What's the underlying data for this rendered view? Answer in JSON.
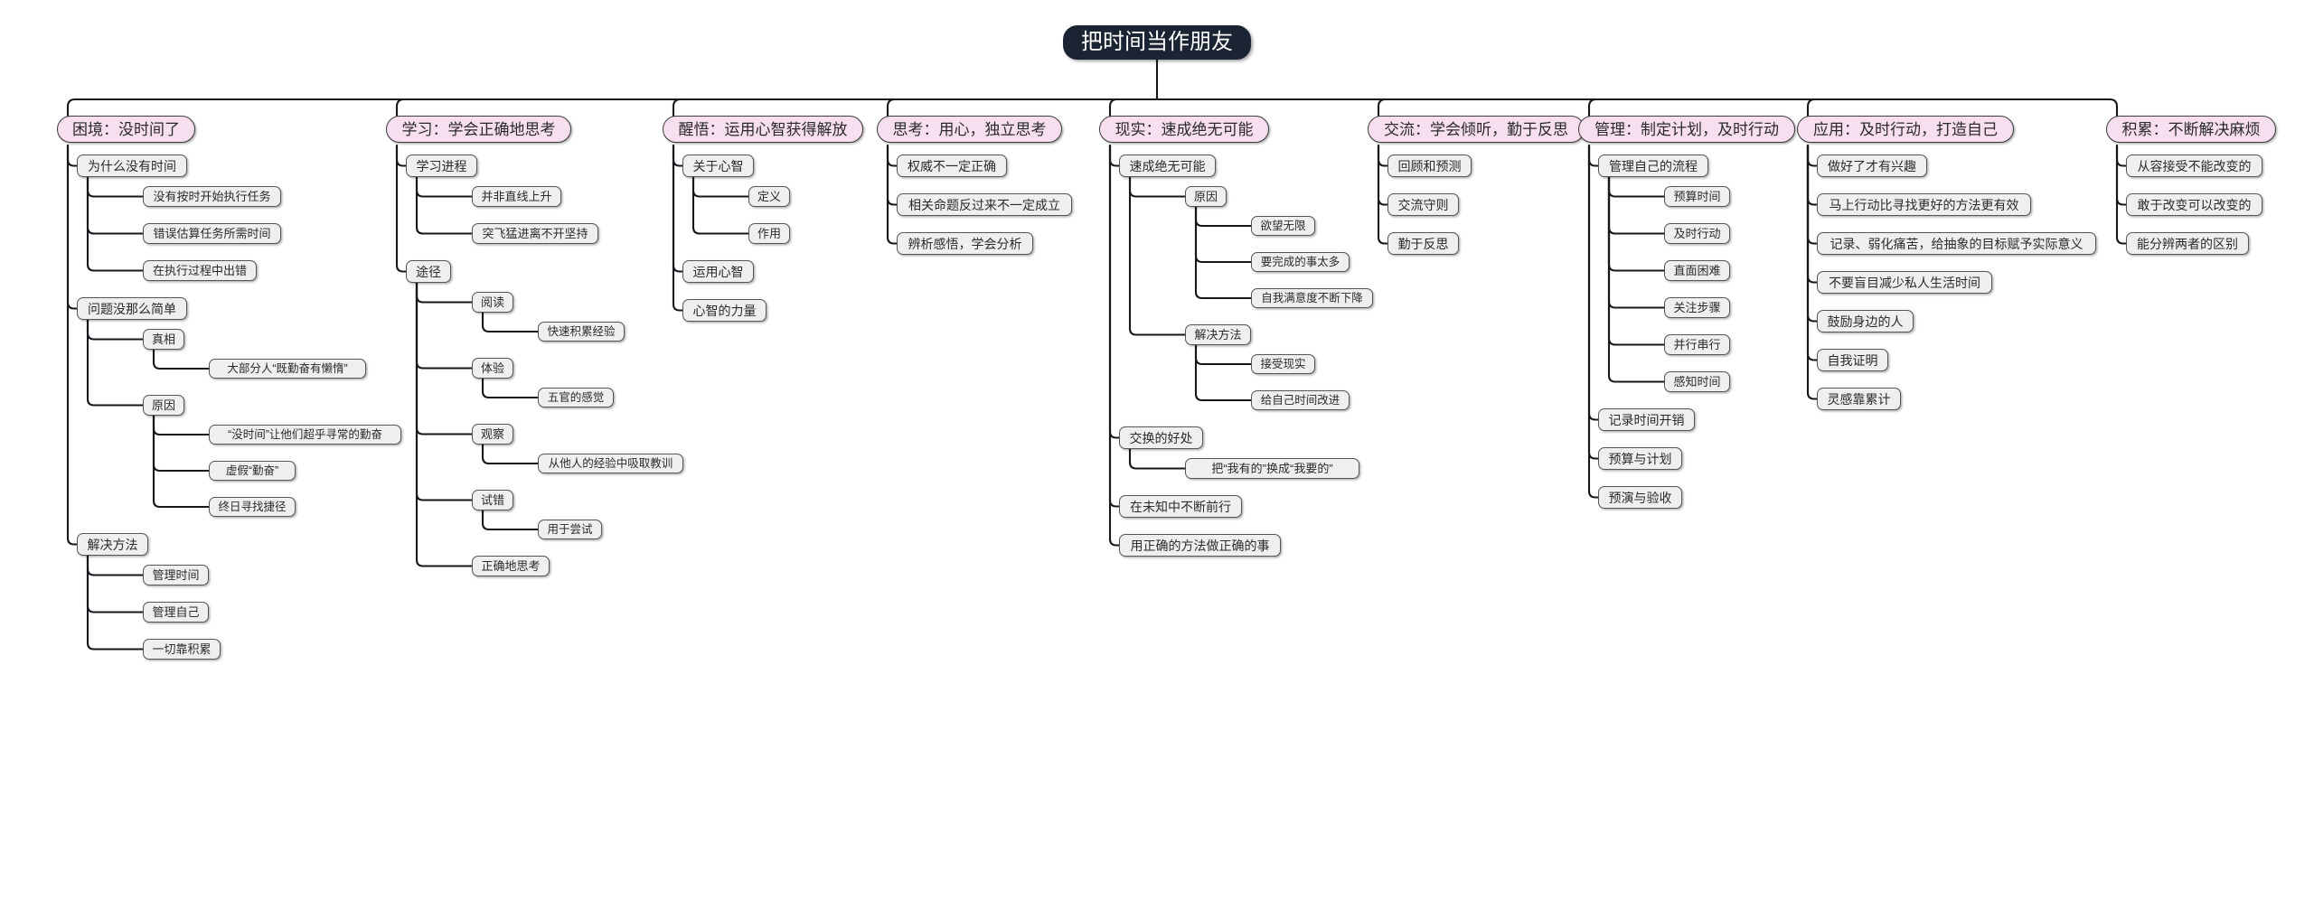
{
  "diagram": {
    "type": "mindmap",
    "title": "把时间当作朋友",
    "root": {
      "label": "把时间当作朋友",
      "color": "#1b2432",
      "text_color": "#ffffff"
    },
    "level1_color": "#f7dff0",
    "node_color": "#efefef",
    "branches": [
      {
        "label": "困境：没时间了",
        "children": [
          {
            "label": "为什么没有时间",
            "children": [
              {
                "label": "没有按时开始执行任务"
              },
              {
                "label": "错误估算任务所需时间"
              },
              {
                "label": "在执行过程中出错"
              }
            ]
          },
          {
            "label": "问题没那么简单",
            "children": [
              {
                "label": "真相",
                "children": [
                  {
                    "label": "大部分人“既勤奋有懒惰”"
                  }
                ]
              },
              {
                "label": "原因",
                "children": [
                  {
                    "label": "“没时间”让他们超乎寻常的勤奋"
                  },
                  {
                    "label": "虚假“勤奋”"
                  },
                  {
                    "label": "终日寻找捷径"
                  }
                ]
              }
            ]
          },
          {
            "label": "解决方法",
            "children": [
              {
                "label": "管理时间"
              },
              {
                "label": "管理自己"
              },
              {
                "label": "一切靠积累"
              }
            ]
          }
        ]
      },
      {
        "label": "学习：学会正确地思考",
        "children": [
          {
            "label": "学习进程",
            "children": [
              {
                "label": "并非直线上升"
              },
              {
                "label": "突飞猛进离不开坚持"
              }
            ]
          },
          {
            "label": "途径",
            "children": [
              {
                "label": "阅读",
                "children": [
                  {
                    "label": "快速积累经验"
                  }
                ]
              },
              {
                "label": "体验",
                "children": [
                  {
                    "label": "五官的感觉"
                  }
                ]
              },
              {
                "label": "观察",
                "children": [
                  {
                    "label": "从他人的经验中吸取教训"
                  }
                ]
              },
              {
                "label": "试错",
                "children": [
                  {
                    "label": "用于尝试"
                  }
                ]
              },
              {
                "label": "正确地思考"
              }
            ]
          }
        ]
      },
      {
        "label": "醒悟：运用心智获得解放",
        "children": [
          {
            "label": "关于心智",
            "children": [
              {
                "label": "定义"
              },
              {
                "label": "作用"
              }
            ]
          },
          {
            "label": "运用心智"
          },
          {
            "label": "心智的力量"
          }
        ]
      },
      {
        "label": "思考：用心，独立思考",
        "children": [
          {
            "label": "权威不一定正确"
          },
          {
            "label": "相关命题反过来不一定成立"
          },
          {
            "label": "辨析感悟，学会分析"
          }
        ]
      },
      {
        "label": "现实：速成绝无可能",
        "children": [
          {
            "label": "速成绝无可能",
            "children": [
              {
                "label": "原因",
                "children": [
                  {
                    "label": "欲望无限"
                  },
                  {
                    "label": "要完成的事太多"
                  },
                  {
                    "label": "自我满意度不断下降"
                  }
                ]
              },
              {
                "label": "解决方法",
                "children": [
                  {
                    "label": "接受现实"
                  },
                  {
                    "label": "给自己时间改进"
                  }
                ]
              }
            ]
          },
          {
            "label": "交换的好处",
            "children": [
              {
                "label": "把“我有的”换成“我要的”"
              }
            ]
          },
          {
            "label": "在未知中不断前行"
          },
          {
            "label": "用正确的方法做正确的事"
          }
        ]
      },
      {
        "label": "交流：学会倾听，勤于反思",
        "children": [
          {
            "label": "回顾和预测"
          },
          {
            "label": "交流守则"
          },
          {
            "label": "勤于反思"
          }
        ]
      },
      {
        "label": "管理：制定计划，及时行动",
        "children": [
          {
            "label": "管理自己的流程",
            "children": [
              {
                "label": "预算时间"
              },
              {
                "label": "及时行动"
              },
              {
                "label": "直面困难"
              },
              {
                "label": "关注步骤"
              },
              {
                "label": "并行串行"
              },
              {
                "label": "感知时间"
              }
            ]
          },
          {
            "label": "记录时间开销"
          },
          {
            "label": "预算与计划"
          },
          {
            "label": "预演与验收"
          }
        ]
      },
      {
        "label": "应用：及时行动，打造自己",
        "children": [
          {
            "label": "做好了才有兴趣"
          },
          {
            "label": "马上行动比寻找更好的方法更有效"
          },
          {
            "label": "记录、弱化痛苦，给抽象的目标赋予实际意义"
          },
          {
            "label": "不要盲目减少私人生活时间"
          },
          {
            "label": "鼓励身边的人"
          },
          {
            "label": "自我证明"
          },
          {
            "label": "灵感靠累计"
          }
        ]
      },
      {
        "label": "积累：不断解决麻烦",
        "children": [
          {
            "label": "从容接受不能改变的"
          },
          {
            "label": "敢于改变可以改变的"
          },
          {
            "label": "能分辨两者的区别"
          }
        ]
      }
    ]
  }
}
